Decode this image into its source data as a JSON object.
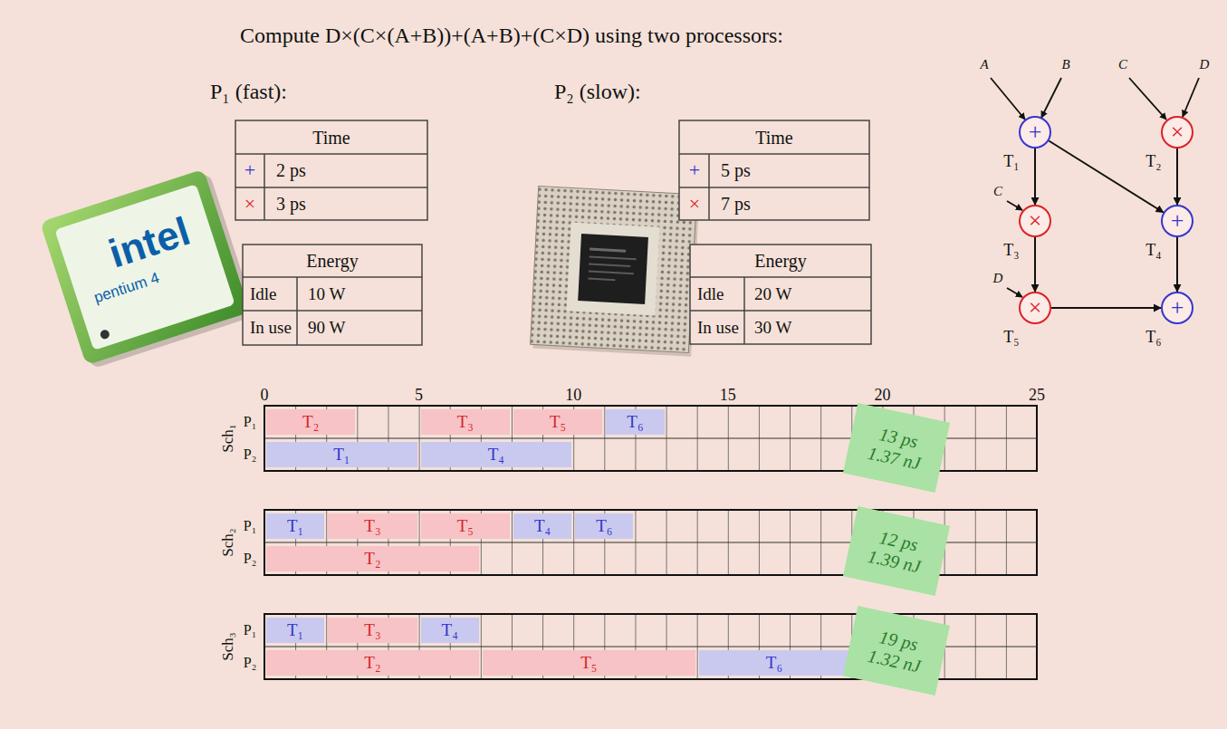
{
  "diagram": {
    "title": "Compute D×(C×(A+B))+(A+B)+(C×D) using two processors:",
    "nodes": [
      {
        "text": [
          "+",
          "T₁"
        ]
      },
      {
        "text": [
          "×",
          "T₂"
        ]
      },
      {
        "text": [
          "×",
          "T₃"
        ]
      },
      {
        "text": [
          "+",
          "T₄"
        ]
      },
      {
        "text": [
          "×",
          "T₅"
        ]
      },
      {
        "text": [
          "+",
          "T₆"
        ]
      },
      {
        "text": [
          "T₂"
        ]
      },
      {
        "text": [
          "T₃"
        ]
      },
      {
        "text": [
          "T₅"
        ]
      },
      {
        "text": [
          "T₆"
        ]
      },
      {
        "text": [
          "T₁"
        ]
      },
      {
        "text": [
          "T₄"
        ]
      },
      {
        "text": [
          "13 ps",
          "1.37 nJ"
        ]
      },
      {
        "text": [
          "T₁"
        ]
      },
      {
        "text": [
          "T₃"
        ]
      },
      {
        "text": [
          "T₅"
        ]
      },
      {
        "text": [
          "T₄"
        ]
      },
      {
        "text": [
          "T₆"
        ]
      },
      {
        "text": [
          "T₂"
        ]
      },
      {
        "text": [
          "12 ps",
          "1.39 nJ"
        ]
      },
      {
        "text": [
          "T₁"
        ]
      },
      {
        "text": [
          "T₃"
        ]
      },
      {
        "text": [
          "T₄"
        ]
      },
      {
        "text": [
          "T₂"
        ]
      },
      {
        "text": [
          "T₅"
        ]
      },
      {
        "text": [
          "T₆"
        ]
      },
      {
        "text": [
          "19 ps",
          "1.32 nJ"
        ]
      }
    ],
    "edges": [
      {
        "from": 0,
        "to": 2,
        "arrow": "to"
      },
      {
        "from": 0,
        "to": 3,
        "arrow": "to"
      },
      {
        "from": 1,
        "to": 3,
        "arrow": "to"
      },
      {
        "from": 2,
        "to": 4,
        "arrow": "to"
      },
      {
        "from": 3,
        "to": 5,
        "arrow": "to"
      },
      {
        "from": 4,
        "to": 5,
        "arrow": "to"
      }
    ],
    "labels": [
      "P₁ (fast):",
      "Time",
      "+",
      "2 ps",
      "×",
      "3 ps",
      "Energy",
      "Idle",
      "10 W",
      "In use",
      "90 W",
      "P₂ (slow):",
      "Time",
      "+",
      "5 ps",
      "×",
      "7 ps",
      "Energy",
      "Idle",
      "20 W",
      "In use",
      "30 W",
      "intel",
      "pentium 4",
      "A",
      "B",
      "C",
      "D",
      "C",
      "D",
      "0",
      "5",
      "10",
      "15",
      "20",
      "25",
      "Sch₁",
      "P₁",
      "P₂",
      "Sch₂",
      "P₁",
      "P₂",
      "Sch₃",
      "P₁",
      "P₂"
    ]
  }
}
